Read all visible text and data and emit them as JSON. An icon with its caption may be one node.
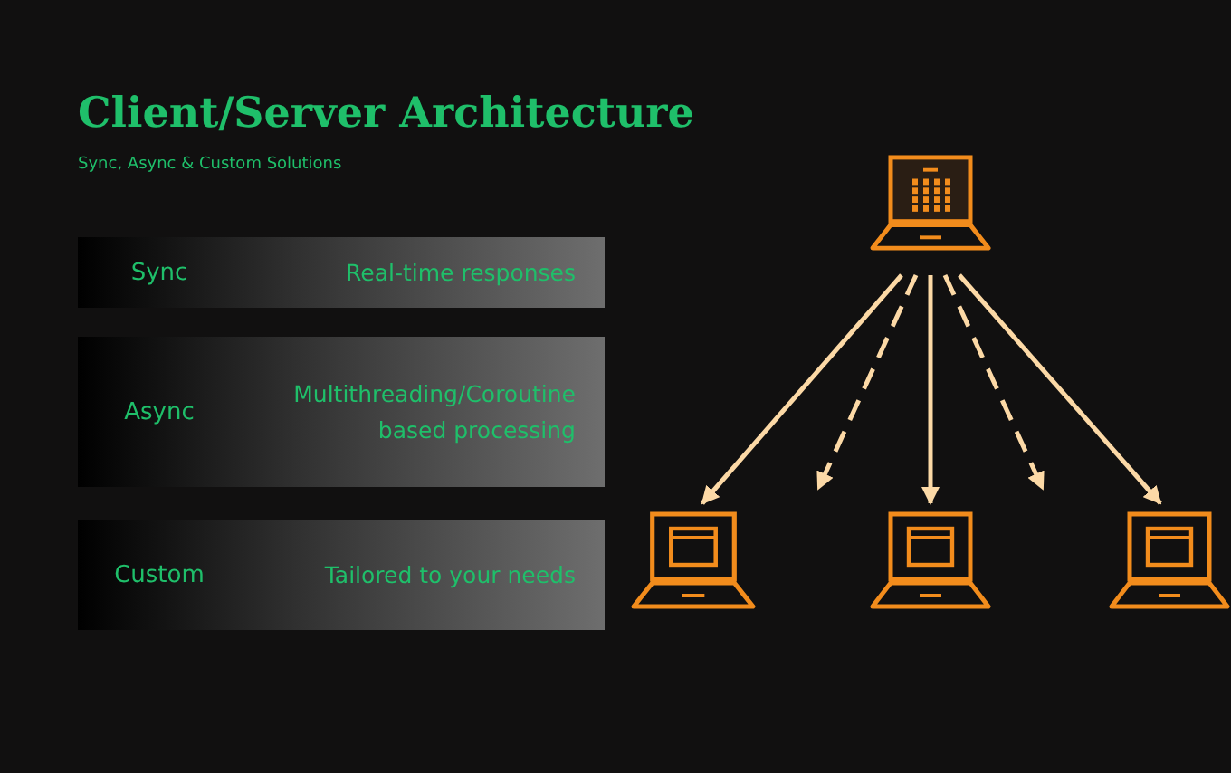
{
  "diagram": {
    "title": "Client/Server Architecture",
    "caption": "Sync, Async & Custom Solutions",
    "nodes": [
      {
        "text": [
          "Sync",
          "Real-time responses"
        ]
      },
      {
        "text": [
          "Async",
          "Multithreading/Coroutine based processing"
        ]
      },
      {
        "text": [
          "Custom",
          "Tailored to your needs"
        ]
      },
      {
        "text": [],
        "shape": "laptop"
      },
      {
        "text": [],
        "shape": "laptop"
      },
      {
        "text": [],
        "shape": "laptop"
      },
      {
        "text": [],
        "shape": "laptop"
      }
    ],
    "edges": [
      {
        "from": 3,
        "to": 4,
        "arrow": "to"
      },
      {
        "from": 3,
        "to": null,
        "arrow": "to",
        "style": "dashed"
      },
      {
        "from": 3,
        "to": 5,
        "arrow": "to"
      },
      {
        "from": 3,
        "to": null,
        "arrow": "to",
        "style": "dashed"
      },
      {
        "from": 3,
        "to": 6,
        "arrow": "to"
      }
    ]
  }
}
